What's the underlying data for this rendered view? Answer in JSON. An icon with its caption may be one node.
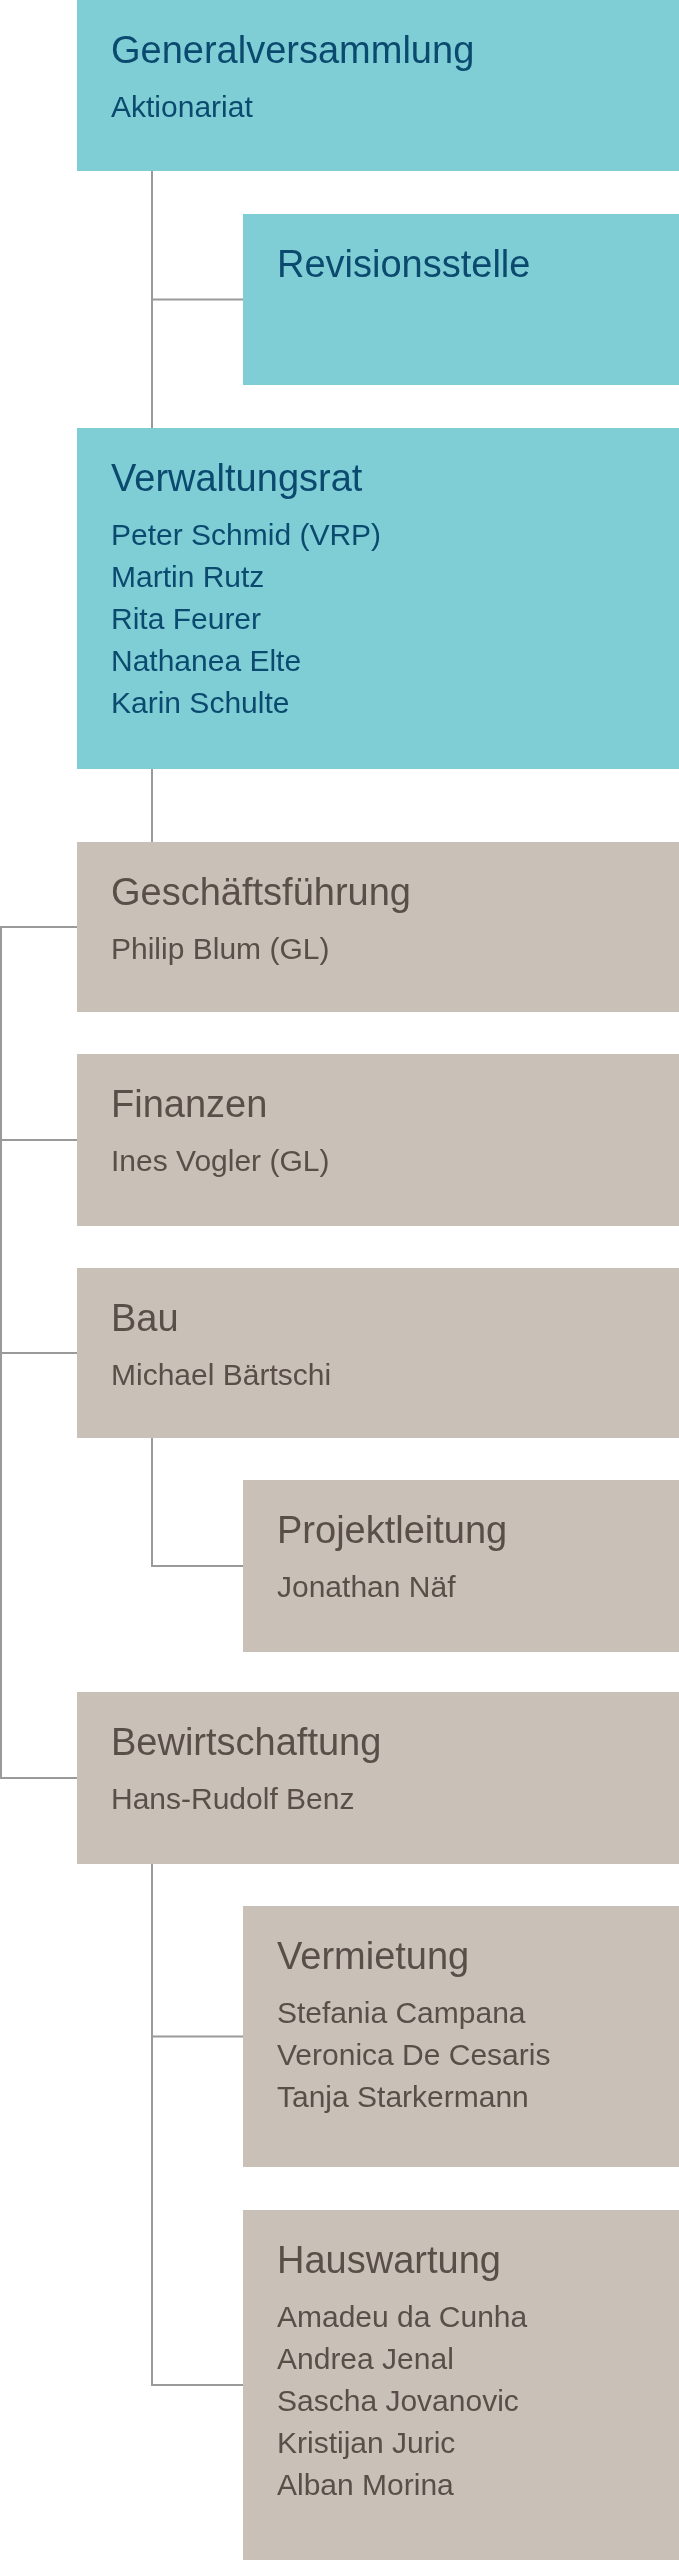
{
  "diagram": {
    "nodes": [
      {
        "text": [
          "Generalversammlung",
          "Aktionariat"
        ]
      },
      {
        "text": [
          "Revisionsstelle"
        ]
      },
      {
        "text": [
          "Verwaltungsrat",
          "Peter Schmid (VRP)",
          "Martin Rutz",
          "Rita Feurer",
          "Nathanea Elte",
          "Karin Schulte"
        ]
      },
      {
        "text": [
          "Geschäftsführung",
          "Philip Blum (GL)"
        ]
      },
      {
        "text": [
          "Finanzen",
          "Ines Vogler (GL)"
        ]
      },
      {
        "text": [
          "Bau",
          "Michael Bärtschi"
        ]
      },
      {
        "text": [
          "Projektleitung",
          "Jonathan Näf"
        ]
      },
      {
        "text": [
          "Bewirtschaftung",
          "Hans-Rudolf Benz"
        ]
      },
      {
        "text": [
          "Vermietung",
          "Stefania Campana",
          "Veronica De Cesaris",
          "Tanja Starkermann"
        ]
      },
      {
        "text": [
          "Hauswartung",
          "Amadeu da Cunha",
          "Andrea Jenal",
          "Sascha Jovanovic",
          "Kristijan Juric",
          "Alban Morina"
        ]
      }
    ],
    "edges": [
      {
        "from": 0,
        "to": 1,
        "arrow": "none"
      },
      {
        "from": 0,
        "to": 2,
        "arrow": "none"
      },
      {
        "from": 2,
        "to": 3,
        "arrow": "none"
      },
      {
        "from": 3,
        "to": 4,
        "arrow": "none"
      },
      {
        "from": 3,
        "to": 5,
        "arrow": "none"
      },
      {
        "from": 3,
        "to": 7,
        "arrow": "none"
      },
      {
        "from": 5,
        "to": 6,
        "arrow": "none"
      },
      {
        "from": 7,
        "to": 8,
        "arrow": "none"
      },
      {
        "from": 7,
        "to": 9,
        "arrow": "none"
      }
    ]
  }
}
